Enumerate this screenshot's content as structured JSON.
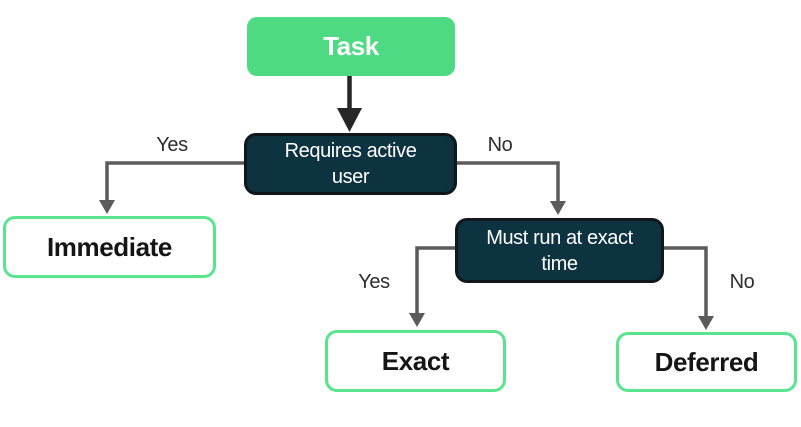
{
  "diagram": {
    "type": "flowchart",
    "background": "#ffffff",
    "nodes": {
      "task": {
        "label": "Task",
        "kind": "start",
        "fill": "#4ed983",
        "text_color": "#ffffff"
      },
      "requires_active_user": {
        "label": "Requires active user",
        "kind": "decision",
        "fill": "#0d3240",
        "text_color": "#ffffff"
      },
      "must_run_at_exact_time": {
        "label": "Must run at exact time",
        "kind": "decision",
        "fill": "#0d3240",
        "text_color": "#ffffff"
      },
      "immediate": {
        "label": "Immediate",
        "kind": "outcome",
        "fill": "#ffffff",
        "border_color": "#58e58e",
        "text_color": "#151515"
      },
      "exact": {
        "label": "Exact",
        "kind": "outcome",
        "fill": "#ffffff",
        "border_color": "#58e58e",
        "text_color": "#151515"
      },
      "deferred": {
        "label": "Deferred",
        "kind": "outcome",
        "fill": "#ffffff",
        "border_color": "#58e58e",
        "text_color": "#151515"
      }
    },
    "edges": [
      {
        "from": "task",
        "to": "requires_active_user",
        "label": ""
      },
      {
        "from": "requires_active_user",
        "to": "immediate",
        "label": "Yes"
      },
      {
        "from": "requires_active_user",
        "to": "must_run_at_exact_time",
        "label": "No"
      },
      {
        "from": "must_run_at_exact_time",
        "to": "exact",
        "label": "Yes"
      },
      {
        "from": "must_run_at_exact_time",
        "to": "deferred",
        "label": "No"
      }
    ],
    "colors": {
      "connector_gray": "#5b5b5b",
      "start_arrow_black": "#262626",
      "edge_label_text": "#2e2e2e"
    }
  }
}
